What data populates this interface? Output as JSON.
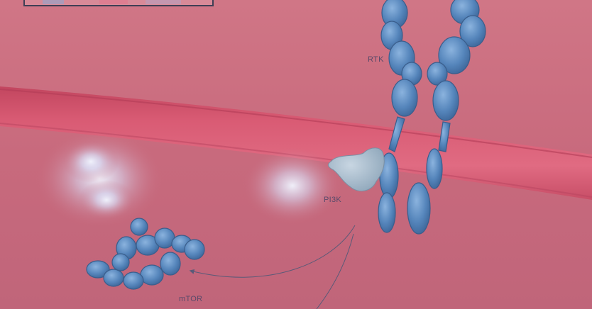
{
  "labels": {
    "rtk": "RTK",
    "pi3k": "PI3K",
    "mtor": "mTOR"
  },
  "colors": {
    "background": "#c96a7c",
    "membrane": "#d65670",
    "protein": "#4f7fb3",
    "protein_highlight": "#7aa6d6",
    "pi3k": "#9fb5c7",
    "glow": "#e6f0ff",
    "arrow": "#5a5a78"
  }
}
